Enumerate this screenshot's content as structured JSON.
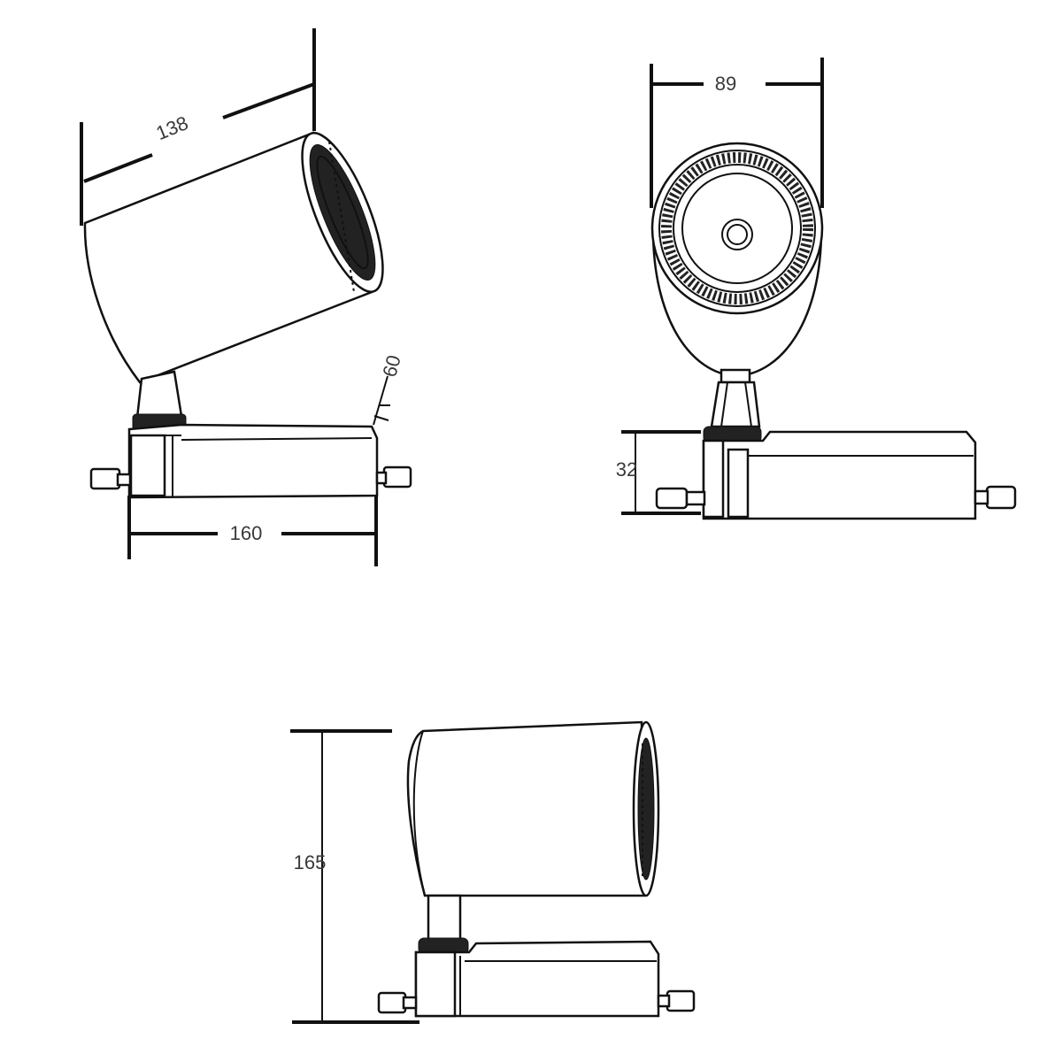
{
  "drawing": {
    "views": [
      {
        "id": "side-tilted",
        "dimensions": {
          "length_label": "138",
          "base_length_label": "160",
          "angle_label": "60"
        }
      },
      {
        "id": "front",
        "dimensions": {
          "width_label": "89",
          "base_height_label": "32"
        }
      },
      {
        "id": "side-straight",
        "dimensions": {
          "height_label": "165"
        }
      }
    ],
    "colors": {
      "line": "#111111",
      "text": "#3a3a3a",
      "background": "#ffffff"
    }
  }
}
